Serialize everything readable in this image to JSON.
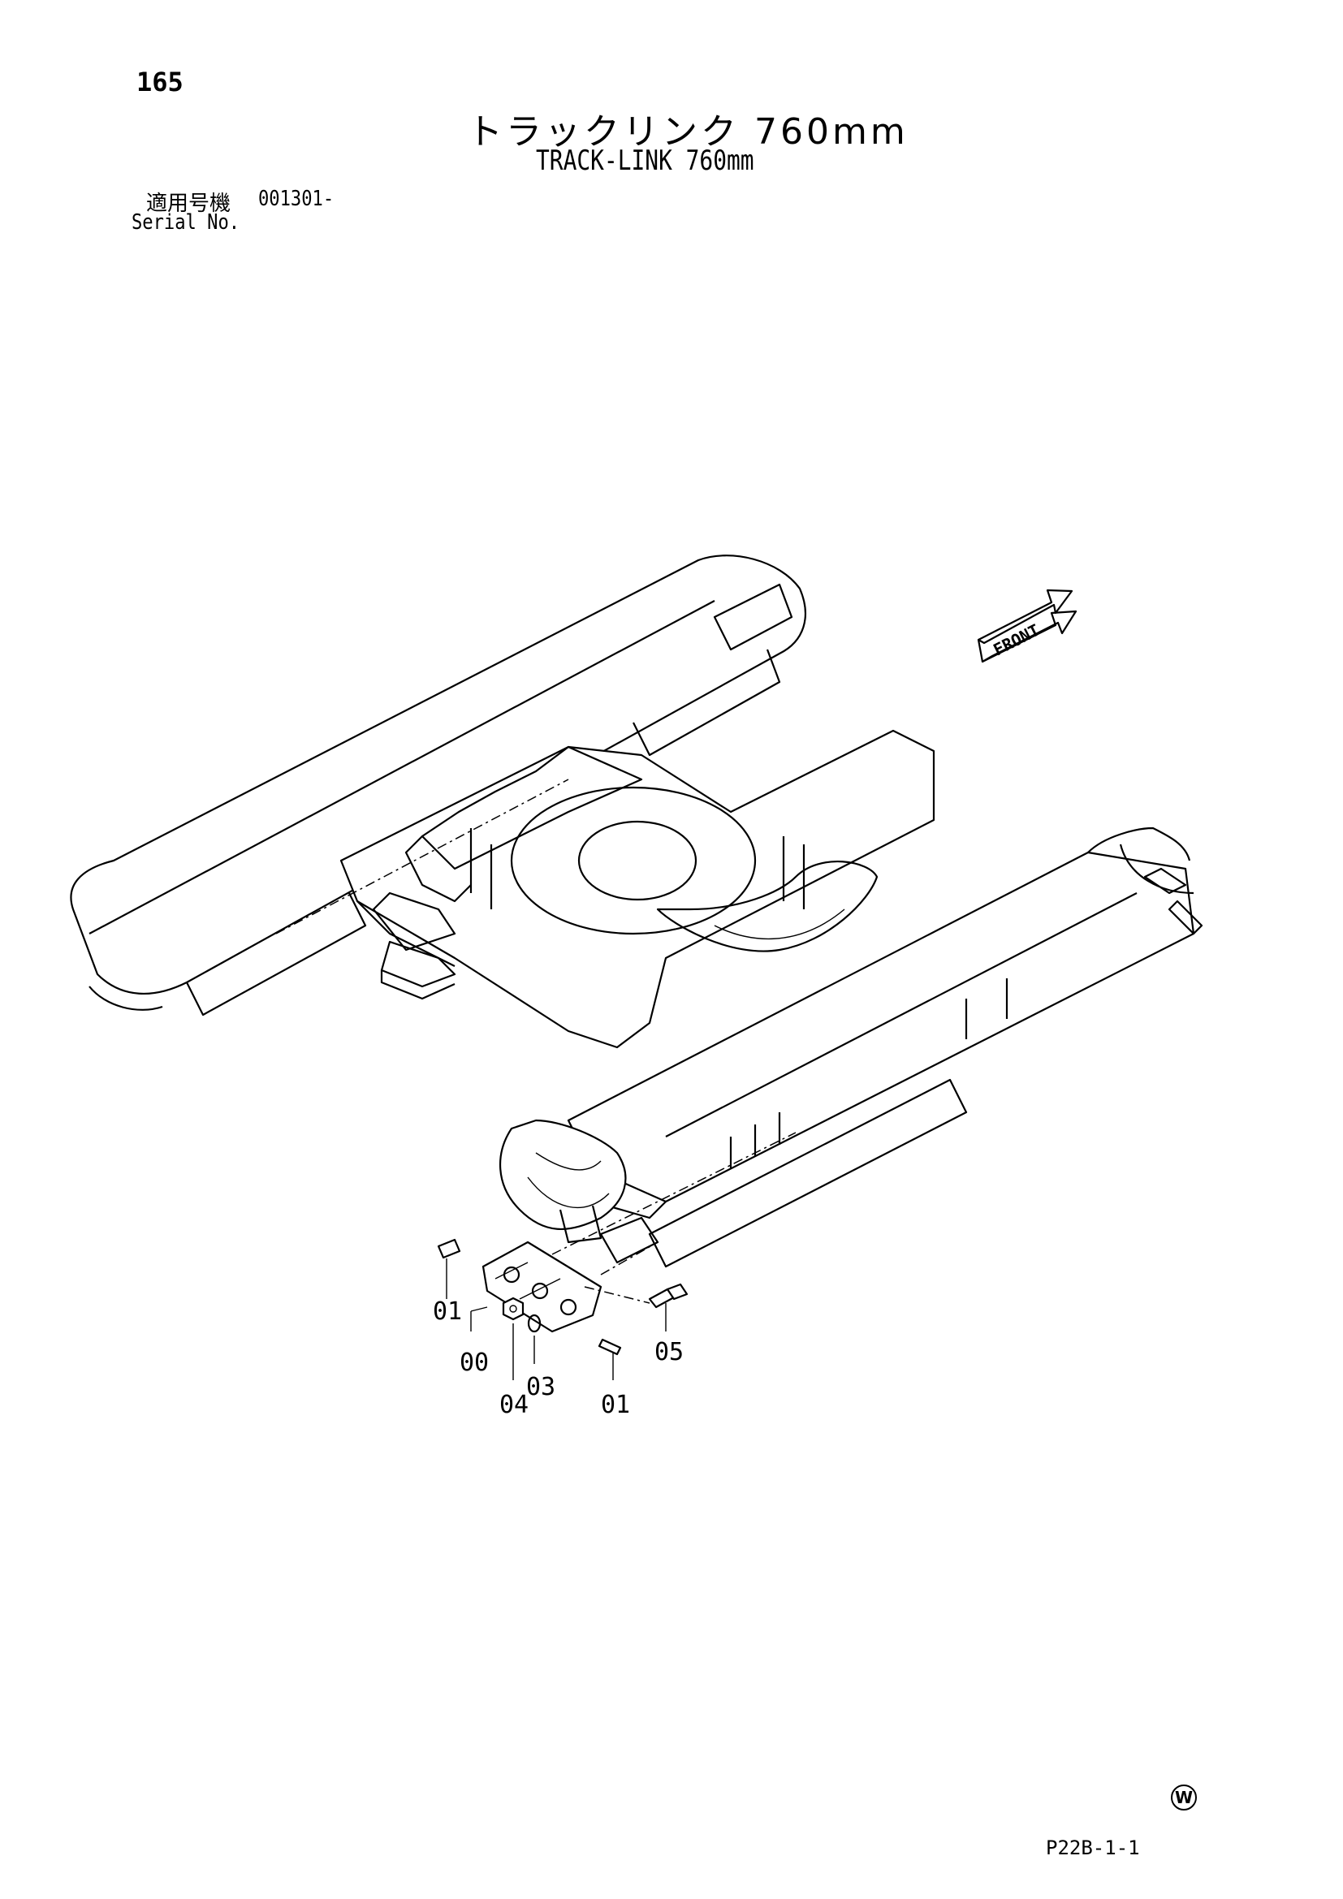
{
  "page": {
    "number": "165",
    "title_jp": "トラックリンク 760mm",
    "title_en": "TRACK-LINK 760mm",
    "serial_label_jp": "適用号機",
    "serial_value": "001301-",
    "serial_label_en": "Serial No.",
    "doc_code": "P22B-1-1",
    "corner_mark": "W"
  },
  "diagram": {
    "front_label": "FRONT",
    "callouts": [
      {
        "id": "c00",
        "label": "00"
      },
      {
        "id": "c01a",
        "label": "01"
      },
      {
        "id": "c01b",
        "label": "01"
      },
      {
        "id": "c03",
        "label": "03"
      },
      {
        "id": "c04",
        "label": "04"
      },
      {
        "id": "c05",
        "label": "05"
      }
    ]
  }
}
